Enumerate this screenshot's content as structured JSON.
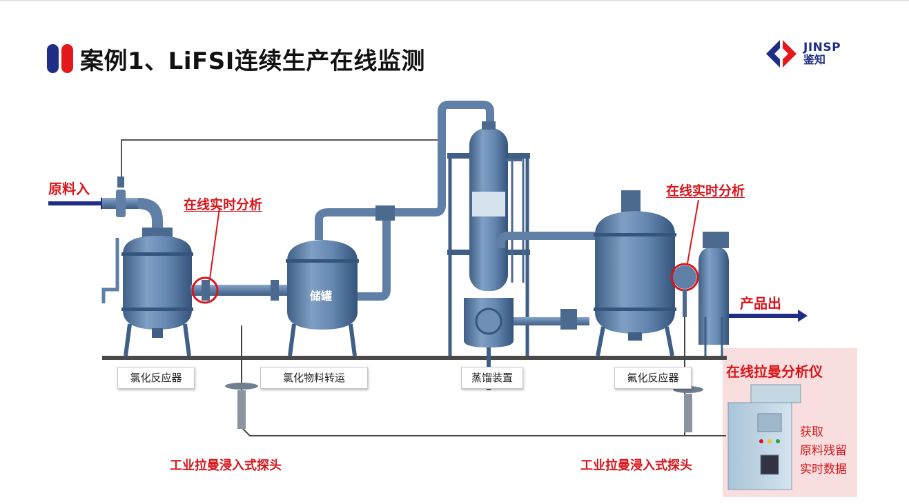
{
  "header": {
    "title": "案例1、LiFSI连续生产在线监测",
    "logo_en": "JINSP",
    "logo_cn": "鉴知"
  },
  "flow": {
    "input_label": "原料入",
    "output_label": "产品出"
  },
  "annotations": {
    "online_analysis_left": "在线实时分析",
    "online_analysis_right": "在线实时分析"
  },
  "equipment": {
    "reactor_1": "氯化反应器",
    "transfer": "氯化物料转运",
    "distillation": "蒸馏装置",
    "reactor_2": "氟化反应器",
    "storage_tank": "储罐"
  },
  "probes": {
    "left": "工业拉曼浸入式探头",
    "right": "工业拉曼浸入式探头"
  },
  "analyzer": {
    "title": "在线拉曼分析仪",
    "notes": [
      "获取",
      "原料残留",
      "实时数据"
    ]
  },
  "colors": {
    "accent_red": "#d9151b",
    "brand_blue": "#1f2d86",
    "equipment_steel": "#5f7fa6"
  }
}
